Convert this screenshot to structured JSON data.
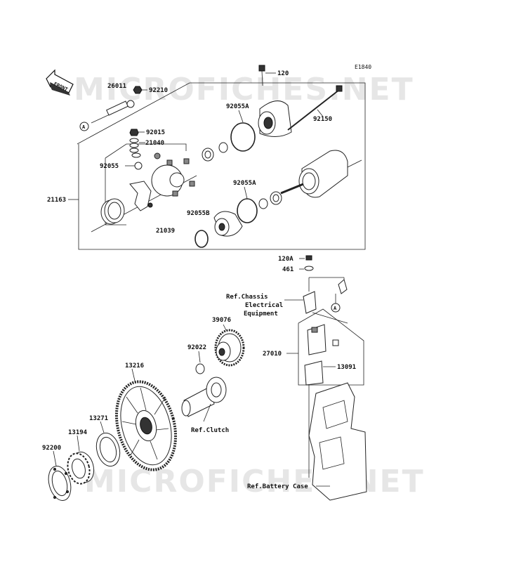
{
  "diagram_code": "E1840",
  "watermark": "MICROFICHES.NET",
  "front_label": "FRONT",
  "callout_a": "A",
  "parts": {
    "p26011": "26011",
    "p92210": "92210",
    "p120": "120",
    "p92055A_top": "92055A",
    "p92150": "92150",
    "p92015": "92015",
    "p21040": "21040",
    "p92055": "92055",
    "p21163": "21163",
    "p92055A_mid": "92055A",
    "p92055B": "92055B",
    "p21039": "21039",
    "p120A": "120A",
    "p461": "461",
    "p39076": "39076",
    "p92022": "92022",
    "p27010": "27010",
    "p13091": "13091",
    "p13216": "13216",
    "p13271": "13271",
    "p13194": "13194",
    "p92200": "92200"
  },
  "references": {
    "chassis_line1": "Ref.Chassis",
    "chassis_line2": "Electrical",
    "chassis_line3": "Equipment",
    "clutch": "Ref.Clutch",
    "battery_case": "Ref.Battery Case"
  }
}
